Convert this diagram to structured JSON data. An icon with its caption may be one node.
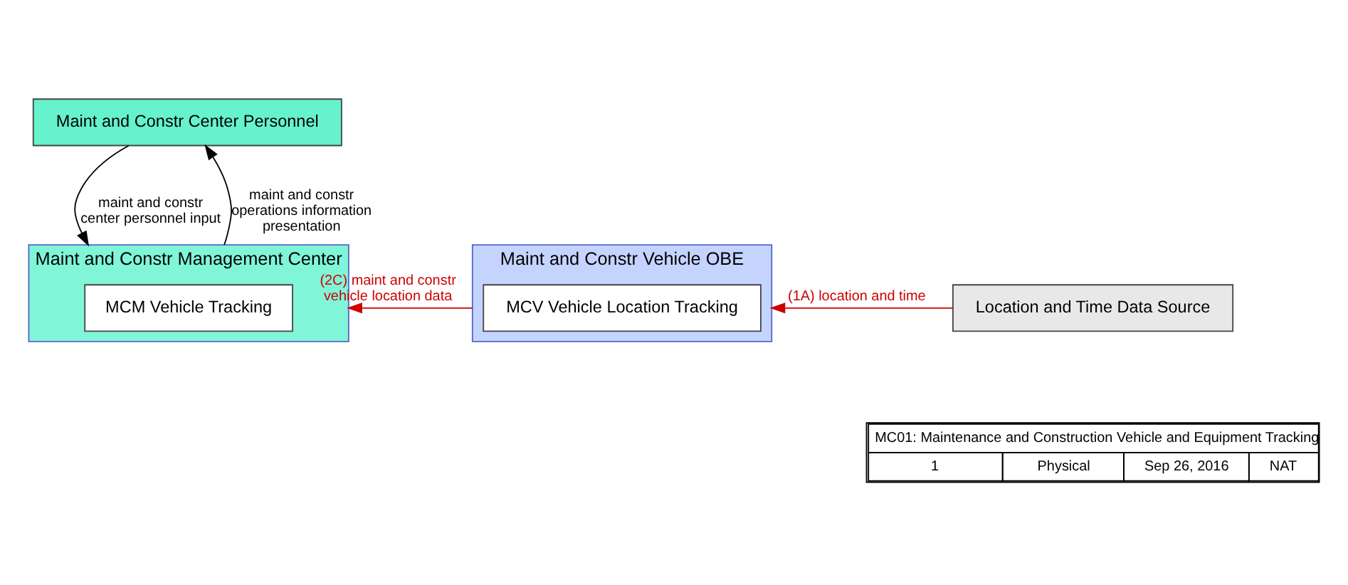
{
  "diagram": {
    "nodes": [
      {
        "text": [
          "Maint and Constr Center Personnel"
        ]
      },
      {
        "text": [
          "Maint and Constr Management Center"
        ]
      },
      {
        "text": [
          "MCM Vehicle Tracking"
        ],
        "in": 1
      },
      {
        "text": [
          "Maint and Constr Vehicle OBE"
        ]
      },
      {
        "text": [
          "MCV Vehicle Location Tracking"
        ],
        "in": 3
      },
      {
        "text": [
          "Location and Time Data Source"
        ]
      }
    ],
    "edges": [
      {
        "from": 0,
        "to": 1,
        "arrow": "to",
        "label": "maint and constr center personnel input"
      },
      {
        "from": 1,
        "to": 0,
        "arrow": "to",
        "label": "maint and constr operations information presentation"
      },
      {
        "from": 3,
        "to": 1,
        "arrow": "to",
        "label": "(2C) maint and constr vehicle location data",
        "color": "#cc0000"
      },
      {
        "from": 5,
        "to": 3,
        "arrow": "to",
        "label": "(1A) location and time",
        "color": "#cc0000"
      }
    ],
    "labels": [
      "MC01: Maintenance and Construction Vehicle and Equipment Tracking",
      "1",
      "Physical",
      "Sep 26, 2016",
      "NAT"
    ]
  }
}
